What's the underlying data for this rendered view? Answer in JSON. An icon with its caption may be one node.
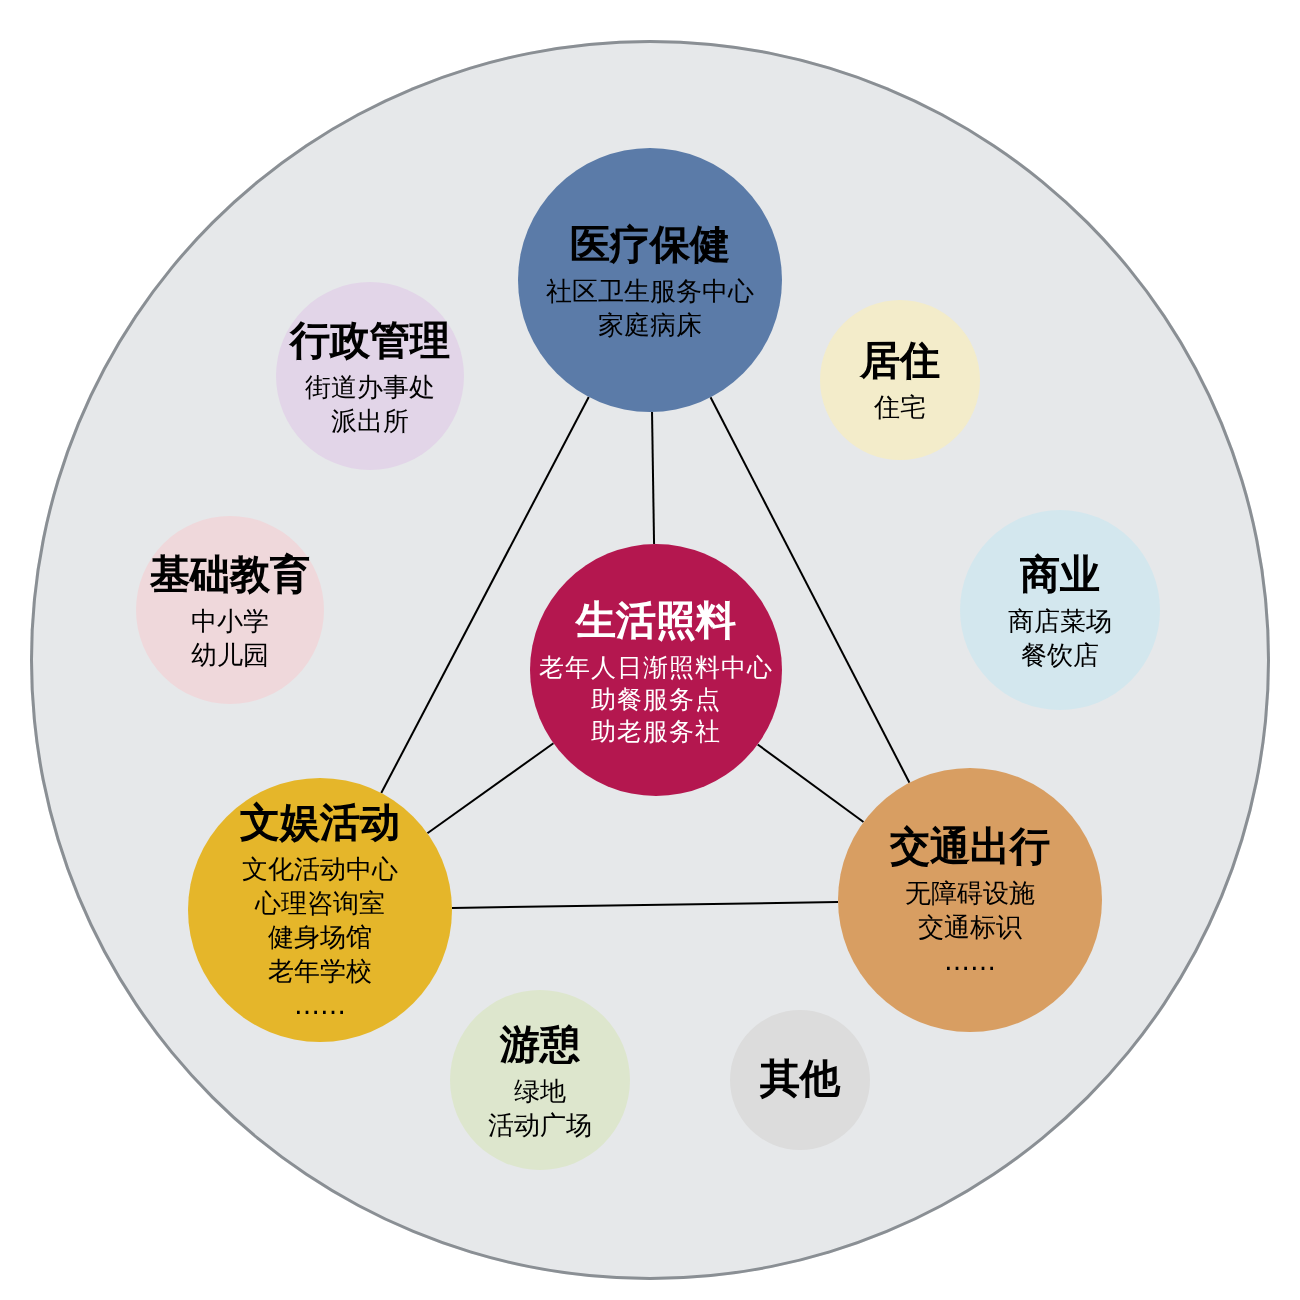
{
  "diagram": {
    "nodes": [
      {
        "text": [],
        "shape": "circle"
      },
      {
        "text": [
          "医疗保健",
          "社区卫生服务中心",
          "家庭病床"
        ],
        "in": 0
      },
      {
        "text": [
          "行政管理",
          "街道办事处",
          "派出所"
        ],
        "in": 0
      },
      {
        "text": [
          "居住",
          "住宅"
        ],
        "in": 0
      },
      {
        "text": [
          "基础教育",
          "中小学",
          "幼儿园"
        ],
        "in": 0
      },
      {
        "text": [
          "生活照料",
          "老年人日渐照料中心",
          "助餐服务点",
          "助老服务社"
        ],
        "in": 0
      },
      {
        "text": [
          "商业",
          "商店菜场",
          "餐饮店"
        ],
        "in": 0
      },
      {
        "text": [
          "文娱活动",
          "文化活动中心",
          "心理咨询室",
          "健身场馆",
          "老年学校",
          "……"
        ],
        "in": 0
      },
      {
        "text": [
          "交通出行",
          "无障碍设施",
          "交通标识",
          "……"
        ],
        "in": 0
      },
      {
        "text": [
          "游憩",
          "绿地",
          "活动广场"
        ],
        "in": 0
      },
      {
        "text": [
          "其他"
        ],
        "in": 0
      }
    ],
    "edges": [
      {
        "from": 1,
        "to": 5,
        "arrow": "none"
      },
      {
        "from": 1,
        "to": 7,
        "arrow": "none"
      },
      {
        "from": 1,
        "to": 8,
        "arrow": "none"
      },
      {
        "from": 7,
        "to": 8,
        "arrow": "none"
      },
      {
        "from": 7,
        "to": 5,
        "arrow": "none"
      },
      {
        "from": 8,
        "to": 5,
        "arrow": "none"
      }
    ]
  }
}
